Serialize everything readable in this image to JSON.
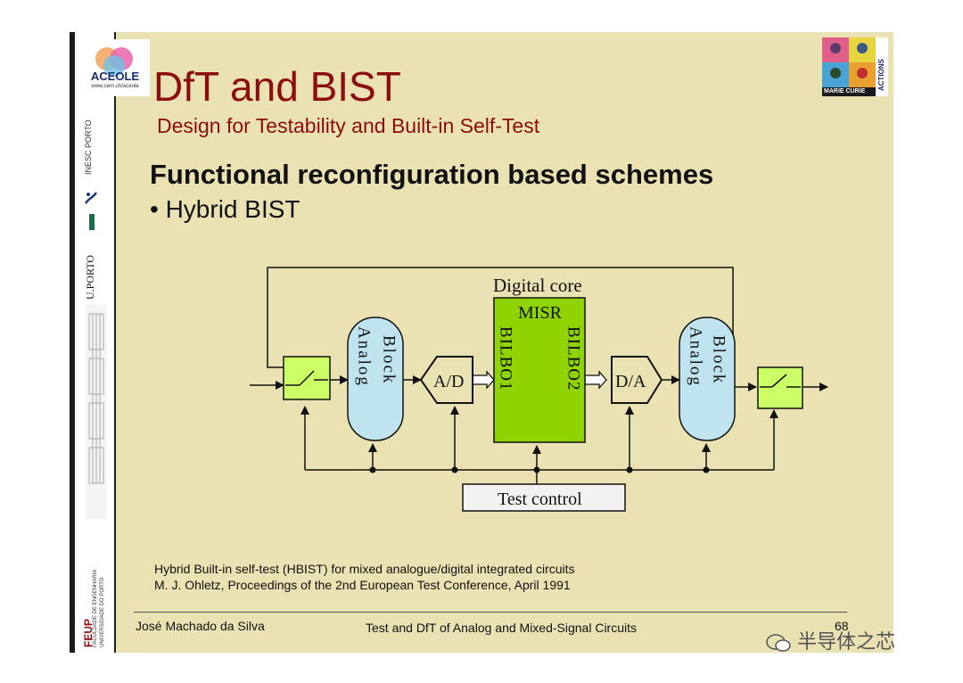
{
  "slide": {
    "title": "DfT and BIST",
    "subtitle": "Design for Testability and Built-in Self-Test",
    "heading": "Functional reconfiguration based schemes",
    "bullet": "• Hybrid BIST",
    "reference_line1": "Hybrid Built-in self-test (HBIST) for mixed analogue/digital integrated circuits",
    "reference_line2": "M. J. Ohletz, Proceedings of the 2nd European Test Conference, April 1991",
    "footer_author": "José Machado da Silva",
    "footer_course": "Test and DfT of Analog and Mixed-Signal Circuits",
    "page_number": "68"
  },
  "logos": {
    "aceole": "ACEOLE",
    "aceole_url": "www.cern.ch/aceole",
    "inesc": "INESC PORTO",
    "uporto": "U.PORTO",
    "feup": "FEUP",
    "feup_full_1": "FACULDADE DE ENGENHARIA",
    "feup_full_2": "UNIVERSIDADE DO PORTO",
    "marie_curie": "MARIE CURIE",
    "actions": "ACTIONS"
  },
  "diagram": {
    "digital_core_label": "Digital core",
    "misr_label": "MISR",
    "bilbo1_label": "BILBO1",
    "bilbo2_label": "BILBO2",
    "analog_block_label_left": "Analog",
    "analog_block_label_right": "Block",
    "adc_label": "A/D",
    "dac_label": "D/A",
    "test_control_label": "Test control",
    "colors": {
      "analog_block": "#bfe3ef",
      "switch": "#ccff66",
      "digital_core": "#8fd400",
      "test_control": "#f2f2f2"
    }
  },
  "watermark": "半导体之芯"
}
